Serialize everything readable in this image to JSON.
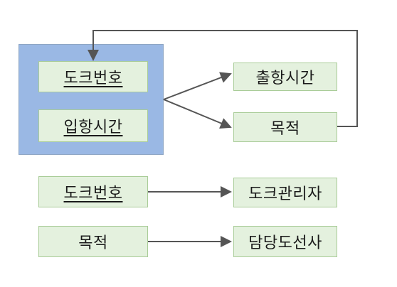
{
  "diagram": {
    "group_fill": "#9ab8e4",
    "box_fill": "#e4f1de",
    "box_border": "#a9cc98",
    "arrow_color": "#555555",
    "relation1": {
      "key_attrs": [
        "도크번호",
        "입항시간"
      ],
      "dependents": [
        "출항시간",
        "목적"
      ]
    },
    "relation2": {
      "source": "도크번호",
      "target": "도크관리자"
    },
    "relation3": {
      "source": "목적",
      "target": "담당도선사"
    }
  }
}
